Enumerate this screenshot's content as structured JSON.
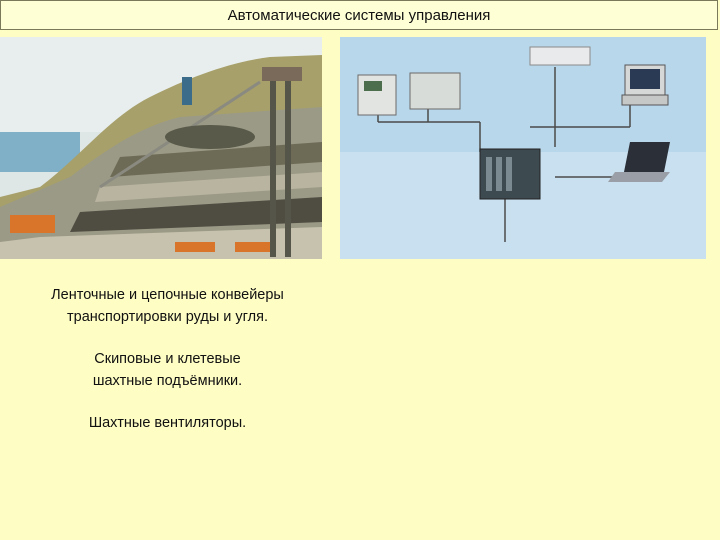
{
  "slide": {
    "title": "Автоматические системы управления",
    "paragraphs": [
      [
        "Ленточные и цепочные конвейеры",
        "транспортировки руды и угля."
      ],
      [
        "Скиповые и клетевые",
        "шахтные подъёмники."
      ],
      [
        "Шахтные вентиляторы."
      ]
    ]
  },
  "colors": {
    "background": "#fefdc4",
    "title_background": "#ffffd6",
    "network_background": "#b9d7ea"
  }
}
